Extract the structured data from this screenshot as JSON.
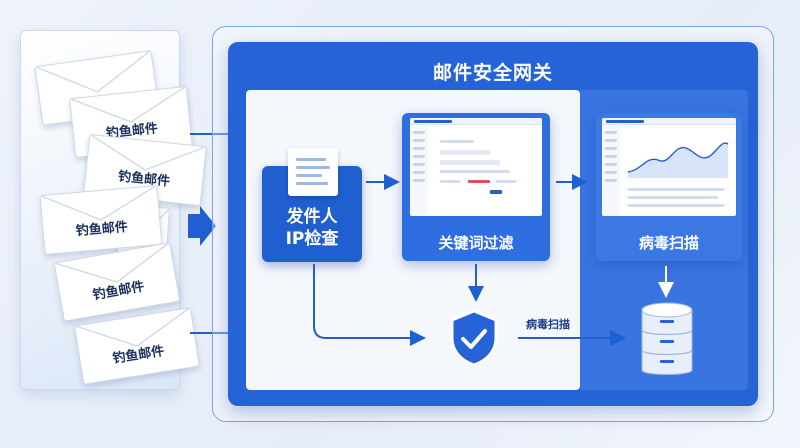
{
  "diagram": {
    "gateway_title": "邮件安全网关",
    "phishing_label": "钓鱼邮件",
    "sender_check": {
      "line1": "发件人",
      "line2": "IP检查"
    },
    "keyword_filter": "关键词过滤",
    "virus_scan": "病毒扫描",
    "flow_label": "病毒扫描"
  },
  "icons": [
    "envelope-icon",
    "document-icon",
    "shield-check-icon",
    "database-icon",
    "arrow-icon"
  ],
  "colors": {
    "primary": "#2563d6",
    "dark": "#1f5fd0",
    "light": "#f4f7fc",
    "accent": "#3a74e0"
  }
}
